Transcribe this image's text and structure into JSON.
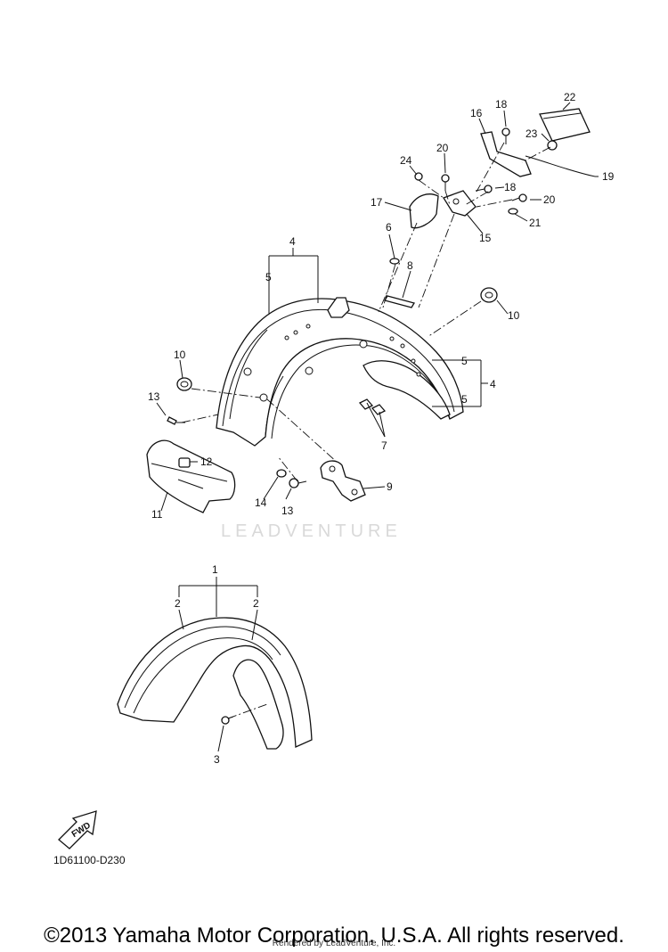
{
  "diagram": {
    "callouts": [
      {
        "id": "c1",
        "text": "1"
      },
      {
        "id": "c2a",
        "text": "2"
      },
      {
        "id": "c2b",
        "text": "2"
      },
      {
        "id": "c3",
        "text": "3"
      },
      {
        "id": "c4a",
        "text": "4"
      },
      {
        "id": "c4b",
        "text": "4"
      },
      {
        "id": "c5a",
        "text": "5"
      },
      {
        "id": "c5b",
        "text": "5"
      },
      {
        "id": "c5c",
        "text": "5"
      },
      {
        "id": "c6",
        "text": "6"
      },
      {
        "id": "c7",
        "text": "7"
      },
      {
        "id": "c8",
        "text": "8"
      },
      {
        "id": "c9",
        "text": "9"
      },
      {
        "id": "c10a",
        "text": "10"
      },
      {
        "id": "c10b",
        "text": "10"
      },
      {
        "id": "c11",
        "text": "11"
      },
      {
        "id": "c12",
        "text": "12"
      },
      {
        "id": "c13a",
        "text": "13"
      },
      {
        "id": "c13b",
        "text": "13"
      },
      {
        "id": "c14",
        "text": "14"
      },
      {
        "id": "c15",
        "text": "15"
      },
      {
        "id": "c16",
        "text": "16"
      },
      {
        "id": "c17",
        "text": "17"
      },
      {
        "id": "c18a",
        "text": "18"
      },
      {
        "id": "c18b",
        "text": "18"
      },
      {
        "id": "c19",
        "text": "19"
      },
      {
        "id": "c20a",
        "text": "20"
      },
      {
        "id": "c20b",
        "text": "20"
      },
      {
        "id": "c21",
        "text": "21"
      },
      {
        "id": "c22",
        "text": "22"
      },
      {
        "id": "c23",
        "text": "23"
      },
      {
        "id": "c24",
        "text": "24"
      }
    ],
    "fwd_label": "FWD",
    "diagram_code": "1D61100-D230"
  },
  "watermark": "LEADVENTURE",
  "footer": {
    "copyright": "©2013 Yamaha Motor Corporation, U.S.A. All rights reserved.",
    "rendered_by": "Rendered by LeadVenture, Inc."
  }
}
